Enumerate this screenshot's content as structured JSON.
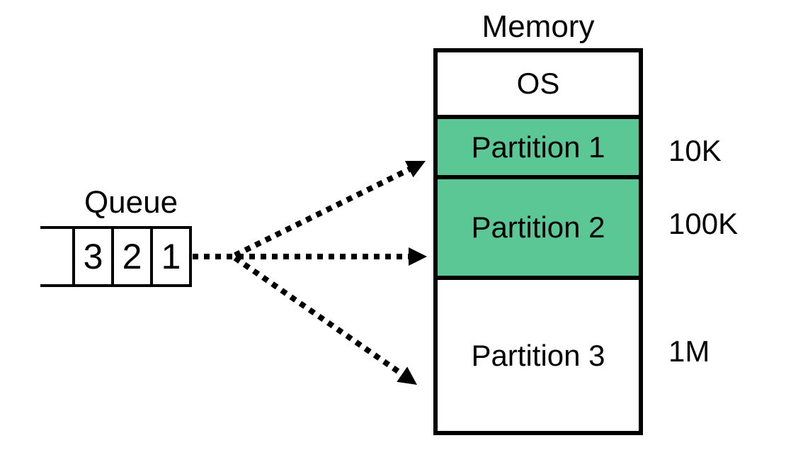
{
  "diagram": {
    "memory": {
      "title": "Memory",
      "sections": [
        {
          "label": "OS",
          "fill": "#FFFFFF"
        },
        {
          "label": "Partition 1",
          "size": "10K",
          "fill": "#5BC794"
        },
        {
          "label": "Partition 2",
          "size": "100K",
          "fill": "#5BC794"
        },
        {
          "label": "Partition 3",
          "size": "1M",
          "fill": "#FFFFFF"
        }
      ]
    },
    "queue": {
      "label": "Queue",
      "items": [
        "3",
        "2",
        "1"
      ]
    },
    "arrows": [
      {
        "from": "queue",
        "to": "Partition 1",
        "style": "dotted"
      },
      {
        "from": "queue",
        "to": "Partition 2",
        "style": "dotted"
      },
      {
        "from": "queue",
        "to": "Partition 3",
        "style": "dotted"
      }
    ],
    "colors": {
      "allocated_partition_fill": "#5BC794",
      "free_fill": "#FFFFFF",
      "line": "#000000",
      "background": "#FFFFFF"
    }
  }
}
